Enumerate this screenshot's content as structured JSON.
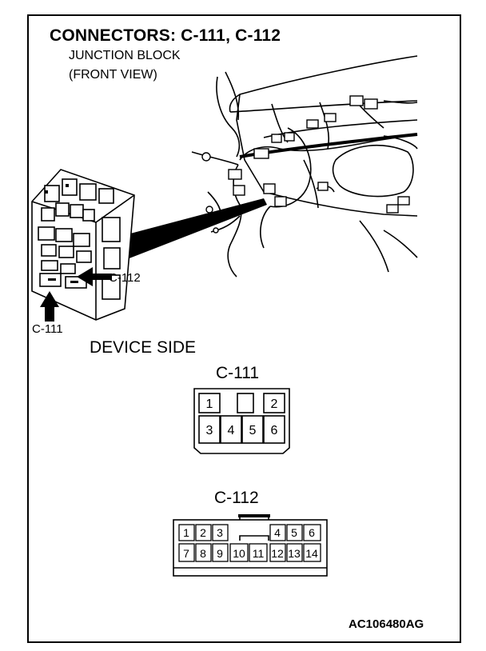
{
  "header": {
    "title": "CONNECTORS: C-111, C-112",
    "subtitle_line1": "JUNCTION BLOCK",
    "subtitle_line2": "(FRONT VIEW)"
  },
  "illustration": {
    "callout_c112": "C-112",
    "callout_c111": "C-111"
  },
  "device_side_label": "DEVICE SIDE",
  "connector_c111": {
    "name": "C-111",
    "pins": [
      "1",
      "2",
      "3",
      "4",
      "5",
      "6"
    ]
  },
  "connector_c112": {
    "name": "C-112",
    "pins": [
      "1",
      "2",
      "3",
      "4",
      "5",
      "6",
      "7",
      "8",
      "9",
      "10",
      "11",
      "12",
      "13",
      "14"
    ]
  },
  "figure_code": "AC106480AG"
}
